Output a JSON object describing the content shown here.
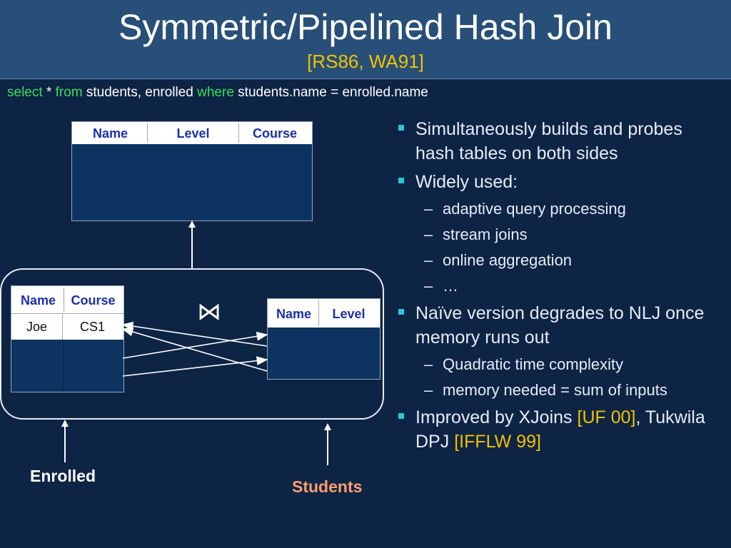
{
  "slide": {
    "title": "Symmetric/Pipelined Hash Join",
    "subtitle": "[RS86, WA91]"
  },
  "query": {
    "kw_select": "select",
    "star": " * ",
    "kw_from": "from",
    "tables": " students, enrolled ",
    "kw_where": "where",
    "condition": " students.name = enrolled.name"
  },
  "result_table": {
    "headers": [
      "Name",
      "Level",
      "Course"
    ]
  },
  "enrolled_table": {
    "headers": [
      "Name",
      "Course"
    ],
    "rows": [
      [
        "Joe",
        "CS1"
      ]
    ]
  },
  "students_table": {
    "headers": [
      "Name",
      "Level"
    ]
  },
  "join_symbol": "⋈",
  "labels": {
    "enrolled": "Enrolled",
    "students": "Students"
  },
  "bullets": {
    "b1": "Simultaneously builds and probes hash tables on both sides",
    "b2": "Widely used:",
    "b2_subs": [
      "adaptive query processing",
      "stream joins",
      "online aggregation",
      "…"
    ],
    "b3": "Naïve version degrades to NLJ once memory runs out",
    "b3_subs": [
      "Quadratic time complexity",
      "memory needed = sum of inputs"
    ],
    "b4_text1": "Improved by XJoins ",
    "b4_ref1": "[UF 00]",
    "b4_text2": ", Tukwila DPJ ",
    "b4_ref2": "[IFFLW 99]",
    "dash": "–"
  },
  "colors": {
    "background": "#0e2444",
    "title_bar": "#284f78",
    "keyword": "#33e05a",
    "reference": "#f2c200",
    "students_label": "#ff9e70",
    "bullet_marker": "#27c8d8",
    "header_text": "#1a2fa8"
  }
}
